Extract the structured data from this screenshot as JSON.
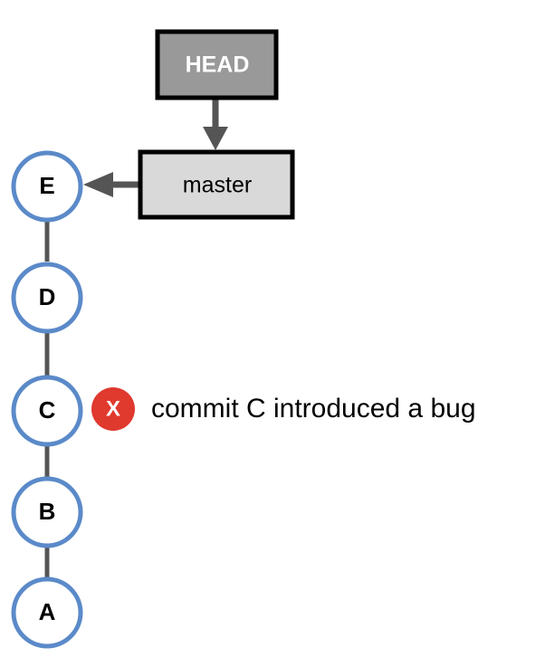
{
  "head": {
    "label": "HEAD",
    "fill_color": "#999999",
    "text_color": "#ffffff"
  },
  "branch": {
    "label": "master",
    "fill_color": "#d9d9d9"
  },
  "commits": [
    {
      "label": "E"
    },
    {
      "label": "D"
    },
    {
      "label": "C"
    },
    {
      "label": "B"
    },
    {
      "label": "A"
    }
  ],
  "bug_marker": {
    "symbol": "X",
    "color": "#e0392e",
    "commit": "C"
  },
  "annotation": {
    "text": "commit C introduced a bug"
  },
  "colors": {
    "commit_stroke": "#5b8ac9",
    "connector": "#555555",
    "box_stroke": "#000000"
  }
}
